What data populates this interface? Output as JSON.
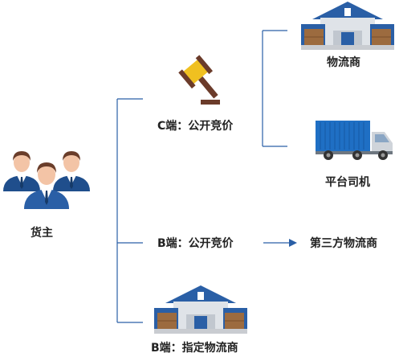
{
  "owner": {
    "label": "货主"
  },
  "c_channel": {
    "label": "C端：公开竞价",
    "targets": [
      {
        "label": "物流商"
      },
      {
        "label": "平台司机"
      }
    ]
  },
  "b_bidding": {
    "label": "B端：公开竞价",
    "target": "第三方物流商"
  },
  "b_assigned": {
    "label": "B端：指定物流商"
  },
  "colors": {
    "line": "#2a5fa6",
    "suit": "#1f4e8c",
    "skin": "#f3c4a6",
    "hair": "#6a3d2a",
    "gavel": "#f0c020",
    "gavel_handle": "#6b3b2a",
    "truck_box": "#1f6fc4",
    "warehouse_roof": "#2a5fa6",
    "crate": "#9c6b3f"
  },
  "icons": [
    "people-icon",
    "gavel-icon",
    "warehouse-icon",
    "truck-icon"
  ]
}
